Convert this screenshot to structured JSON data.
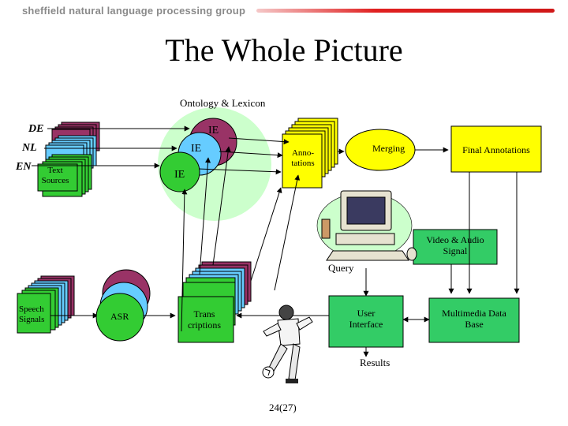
{
  "header": {
    "brand": "sheffield natural language processing group"
  },
  "slide": {
    "title": "The Whole Picture",
    "page_number": "24(27)"
  },
  "labels": {
    "ontology": "Ontology & Lexicon",
    "lang_de": "DE",
    "lang_nl": "NL",
    "lang_en": "EN",
    "text_sources": "Text Sources",
    "ie_top": "IE",
    "ie_mid": "IE",
    "ie_low": "IE",
    "annotations": "Anno-tations",
    "merging": "Merging",
    "final_annotations": "Final Annotations",
    "video_audio": "Video & Audio Signal",
    "query": "Query",
    "speech_signals": "Speech Signals",
    "asr": "ASR",
    "transcriptions": "Trans criptions",
    "user_interface": "User Interface",
    "multimedia_db": "Multimedia Data Base",
    "results": "Results"
  },
  "colors": {
    "ontology_circle": "#ccffcc",
    "doc_maroon": "#993366",
    "doc_blue": "#66ccff",
    "doc_green": "#33cc33",
    "annotation_yellow": "#ffff00",
    "green_box": "#33cc66",
    "accent_red": "#e02020"
  },
  "icons": [
    "computer-icon",
    "soccer-player-icon"
  ]
}
